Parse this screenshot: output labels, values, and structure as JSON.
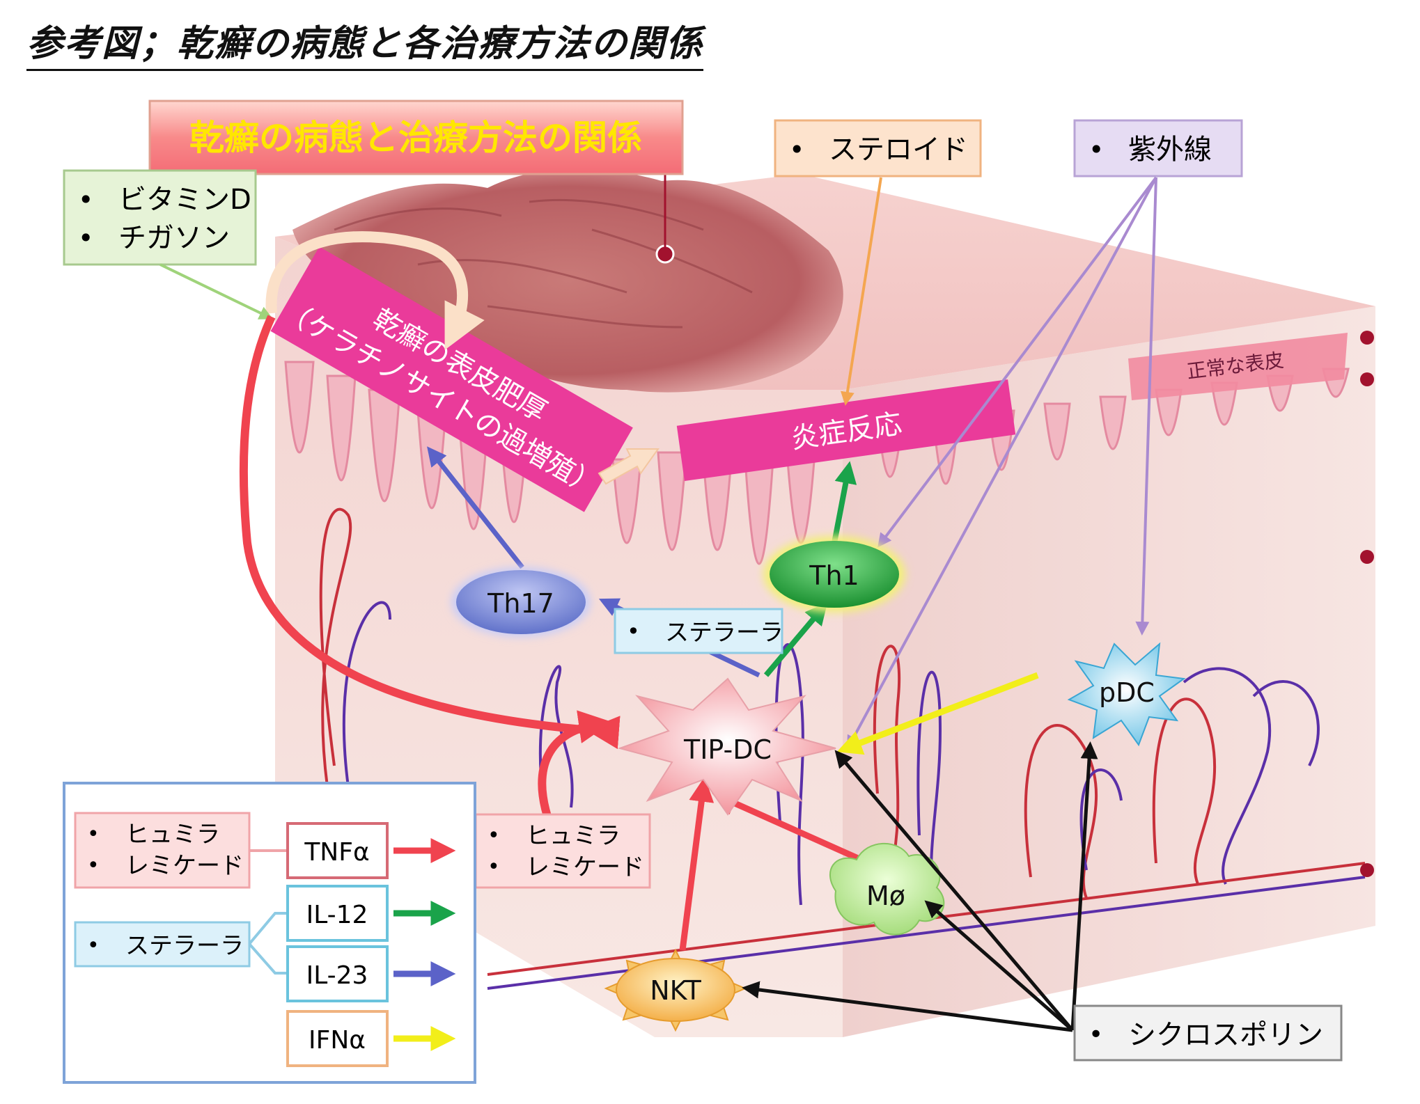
{
  "page_title": "参考図；乾癬の病態と各治療方法の関係",
  "banner_title": "乾癬の病態と治療方法の関係",
  "treatments": {
    "vitamin_d": "ビタミンD",
    "tigason": "チガソン",
    "steroid": "ステロイド",
    "uv": "紫外線",
    "stelara": "ステラーラ",
    "humira": "ヒュミラ",
    "remicade": "レミケード",
    "cyclosporine": "シクロスポリン"
  },
  "labels": {
    "hyperplasia_line1": "乾癬の表皮肥厚",
    "hyperplasia_line2": "（ケラチノサイトの過増殖）",
    "inflammation": "炎症反応",
    "normal_epidermis": "正常な表皮"
  },
  "cells": {
    "th17": "Th17",
    "th1": "Th1",
    "tip_dc": "TIP-DC",
    "pdc": "pDC",
    "mphi": "Mø",
    "nkt": "NKT"
  },
  "legend": {
    "humira": "ヒュミラ",
    "remicade": "レミケード",
    "stelara": "ステラーラ",
    "cytokines": [
      {
        "name": "TNFα",
        "color": "#f0434f"
      },
      {
        "name": "IL-12",
        "color": "#1aa34a"
      },
      {
        "name": "IL-23",
        "color": "#5b62c8"
      },
      {
        "name": "IFNα",
        "color": "#f2ee1a"
      }
    ]
  },
  "colors": {
    "tnf": "#f0434f",
    "il12": "#1aa34a",
    "il23": "#5b62c8",
    "ifn": "#f2ee1a",
    "uv": "#a98ad0",
    "steroid": "#f4a650",
    "magenta_label": "#ea3b9a"
  }
}
